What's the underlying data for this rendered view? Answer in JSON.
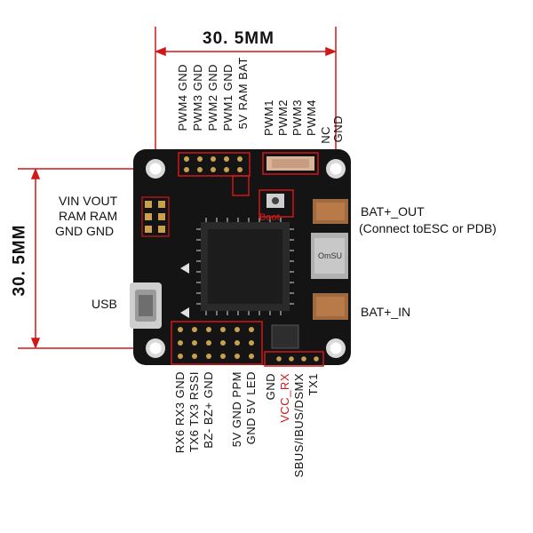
{
  "dimensions": {
    "width_label": "30. 5MM",
    "height_label": "30. 5MM"
  },
  "top_labels": {
    "left_group": [
      "PWM4 GND",
      "PWM3 GND",
      "PWM2 GND",
      "PWM1 GND",
      "5V RAM BAT"
    ],
    "right_group": [
      "PWM1",
      "PWM2",
      "PWM3",
      "PWM4",
      "NC",
      "GND"
    ]
  },
  "left_labels": {
    "row1": "VIN  VOUT",
    "row2": "RAM  RAM",
    "row3": "GND  GND",
    "usb": "USB"
  },
  "right_labels": {
    "bat_out": "BAT+_OUT",
    "bat_out_note": "(Connect toESC or PDB)",
    "bat_in": "BAT+_IN"
  },
  "board_labels": {
    "boot": "Boot",
    "chip_text": "OmSU"
  },
  "bottom_labels": {
    "left_group": [
      "RX6 RX3 GND",
      "TX6 TX3 RSSI",
      "BZ-  BZ+ GND",
      "5V  GND  PPM",
      "GND  5V  LED"
    ],
    "right_group": [
      {
        "text": "GND",
        "highlight": false
      },
      {
        "text": "VCC_RX",
        "highlight": true
      },
      {
        "text": "SBUS/IBUS/DSMX",
        "highlight": false
      },
      {
        "text": "TX1",
        "highlight": false
      }
    ]
  },
  "colors": {
    "dimension_line": "#d01818",
    "highlight_text": "#d01818",
    "board": "#141414",
    "pad_gold": "#c8a050"
  }
}
